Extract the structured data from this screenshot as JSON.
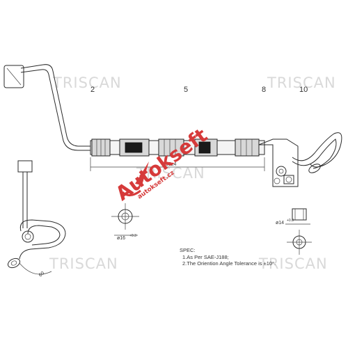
{
  "watermarks": {
    "brand_1": "TRISCAN",
    "brand_2": "TRISCAN",
    "brand_3": "TRISCAN",
    "brand_4": "TRISCAN",
    "brand_5": "TRISCAN"
  },
  "logo": {
    "text": "Autokseft",
    "subtext": "autokseft.cz",
    "color": "#d63a3a"
  },
  "labels": {
    "section_2": "2",
    "section_5": "5",
    "section_8": "8",
    "section_10": "10",
    "dim_main": "365±4",
    "dim_16": "ø16",
    "dim_16_tol": "+0.3",
    "dim_14": "ø14",
    "dim_14_tol": "+0.3",
    "dim_60": "60"
  },
  "spec": {
    "title": "SPEC:",
    "line_1": "1.As Per SAE-J188;",
    "line_2": "2.The Oriention Angle Tolerance is ±10°."
  }
}
